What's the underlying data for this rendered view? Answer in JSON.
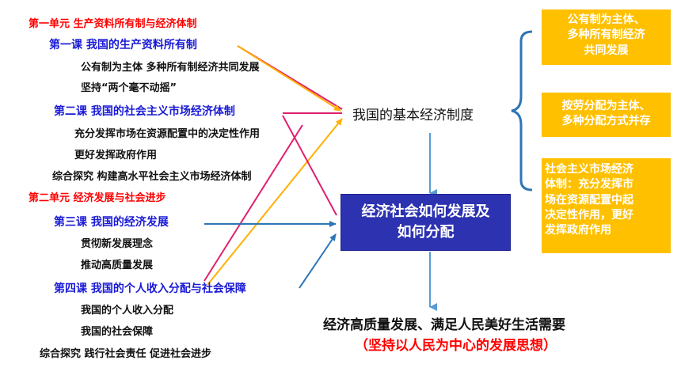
{
  "outline": {
    "unit1": "第一单元 生产资料所有制与经济体制",
    "lesson1": "第一课 我国的生产资料所有制",
    "lesson1_item1": "公有制为主体 多种所有制经济共同发展",
    "lesson1_item2": "坚持“两个毫不动摇”",
    "lesson2": "第二课 我国的社会主义市场经济体制",
    "lesson2_item1": "充分发挥市场在资源配置中的决定性作用",
    "lesson2_item2": "更好发挥政府作用",
    "inquiry1": "综合探究 构建高水平社会主义市场经济体制",
    "unit2": "第二单元 经济发展与社会进步",
    "lesson3": "第三课 我国的经济发展",
    "lesson3_item1": "贯彻新发展理念",
    "lesson3_item2": "推动高质量发展",
    "lesson4_a": "第四课 我国的个人收入分配",
    "lesson4_b": "与社会保障",
    "lesson4_item1": "我国的个人收入分配",
    "lesson4_item2": "我国的社会保障",
    "inquiry2": "综合探究 践行社会责任 促进社会进步"
  },
  "center": {
    "basic_system": "我国的基本经济制度",
    "box_line1": "经济社会如何发展及",
    "box_line2": "如何分配",
    "result_line1": "经济高质量发展、满足人民美好生活需要",
    "result_line2": "（坚持以人民为中心的发展思想）"
  },
  "right_boxes": {
    "box1": [
      "公有制为主体、",
      "多种所有制经济",
      "共同发展"
    ],
    "box2": [
      "按劳分配为主体、",
      "多种分配方式并存"
    ],
    "box3": [
      "社会主义市场经济",
      "体制：充分发挥市",
      "场在资源配置中起",
      "决定性作用，更好",
      "发挥政府作用"
    ]
  },
  "colors": {
    "unit_red": "#ff0000",
    "lesson_blue": "#1a1ad6",
    "box_blue": "#2c32b0",
    "box_yellow": "#ffc000",
    "arrow_blue": "#5b9bd5",
    "bracket_blue": "#2e75b6"
  }
}
